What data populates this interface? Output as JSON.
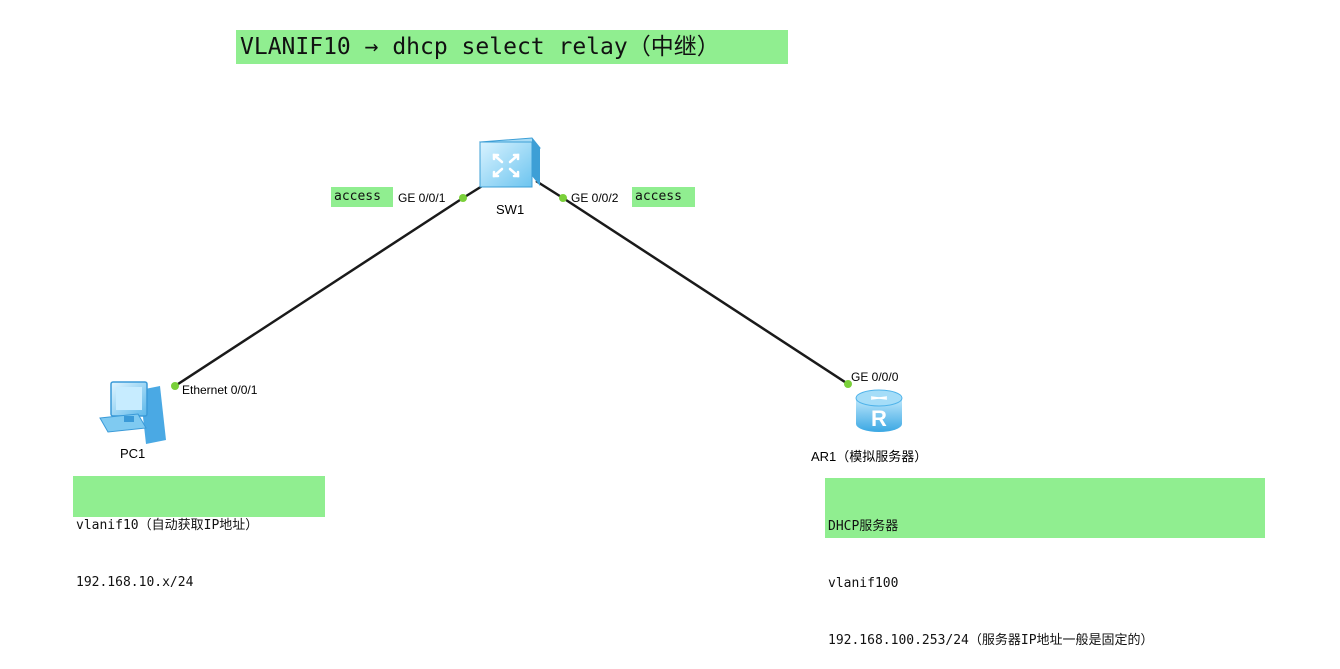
{
  "title": "VLANIF10 → dhcp select relay（中继）",
  "devices": {
    "sw1": {
      "name": "SW1",
      "icon": "switch-icon"
    },
    "pc1": {
      "name": "PC1",
      "icon": "pc-icon"
    },
    "ar1": {
      "name": "AR1（模拟服务器）",
      "icon": "router-icon"
    }
  },
  "ports": {
    "sw1_left": "GE 0/0/1",
    "sw1_right": "GE 0/0/2",
    "pc1": "Ethernet 0/0/1",
    "ar1": "GE 0/0/0"
  },
  "access_notes": {
    "left": "access",
    "right": "access"
  },
  "pc_note": [
    "vlanif10（自动获取IP地址）",
    "192.168.10.x/24"
  ],
  "ar_note": [
    "DHCP服务器",
    "vlanif100",
    "192.168.100.253/24（服务器IP地址一般是固定的）"
  ],
  "colors": {
    "note_bg": "#90ee90",
    "link": "#1a1a1a",
    "port_dot": "#7ad03a",
    "device_blue": "#4fb3ea"
  }
}
